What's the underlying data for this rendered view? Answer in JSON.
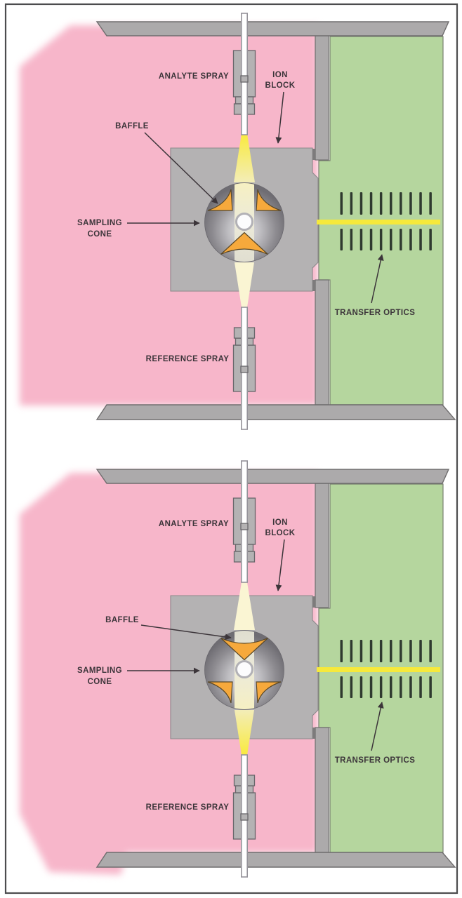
{
  "figure": {
    "description_note": "",
    "transfer_optics": {
      "rod_count": 10
    }
  },
  "colors": {
    "pink": "#f7b6ca",
    "green": "#b5d69e",
    "wall_gray": "#acaaab",
    "block_gray": "#b4b2b3",
    "dark_joint": "#7d7b7c",
    "orange": "#f6a93c",
    "beam_yellow": "#f6e93b",
    "beam_cream": "#faf5d3",
    "text": "#3c353a",
    "optics_rod": "#2f3a2f"
  },
  "panels": [
    {
      "state": "analyte spray passes baffle",
      "labels": {
        "analyte_spray": "ANALYTE SPRAY",
        "ion_block_line1": "ION",
        "ion_block_line2": "BLOCK",
        "baffle": "BAFFLE",
        "sampling_cone_line1": "SAMPLING",
        "sampling_cone_line2": "CONE",
        "reference_spray": "REFERENCE SPRAY",
        "transfer_optics": "TRANSFER OPTICS"
      }
    },
    {
      "state": "reference spray passes baffle",
      "labels": {
        "analyte_spray": "ANALYTE SPRAY",
        "ion_block_line1": "ION",
        "ion_block_line2": "BLOCK",
        "baffle": "BAFFLE",
        "sampling_cone_line1": "SAMPLING",
        "sampling_cone_line2": "CONE",
        "reference_spray": "REFERENCE SPRAY",
        "transfer_optics": "TRANSFER OPTICS"
      }
    }
  ]
}
